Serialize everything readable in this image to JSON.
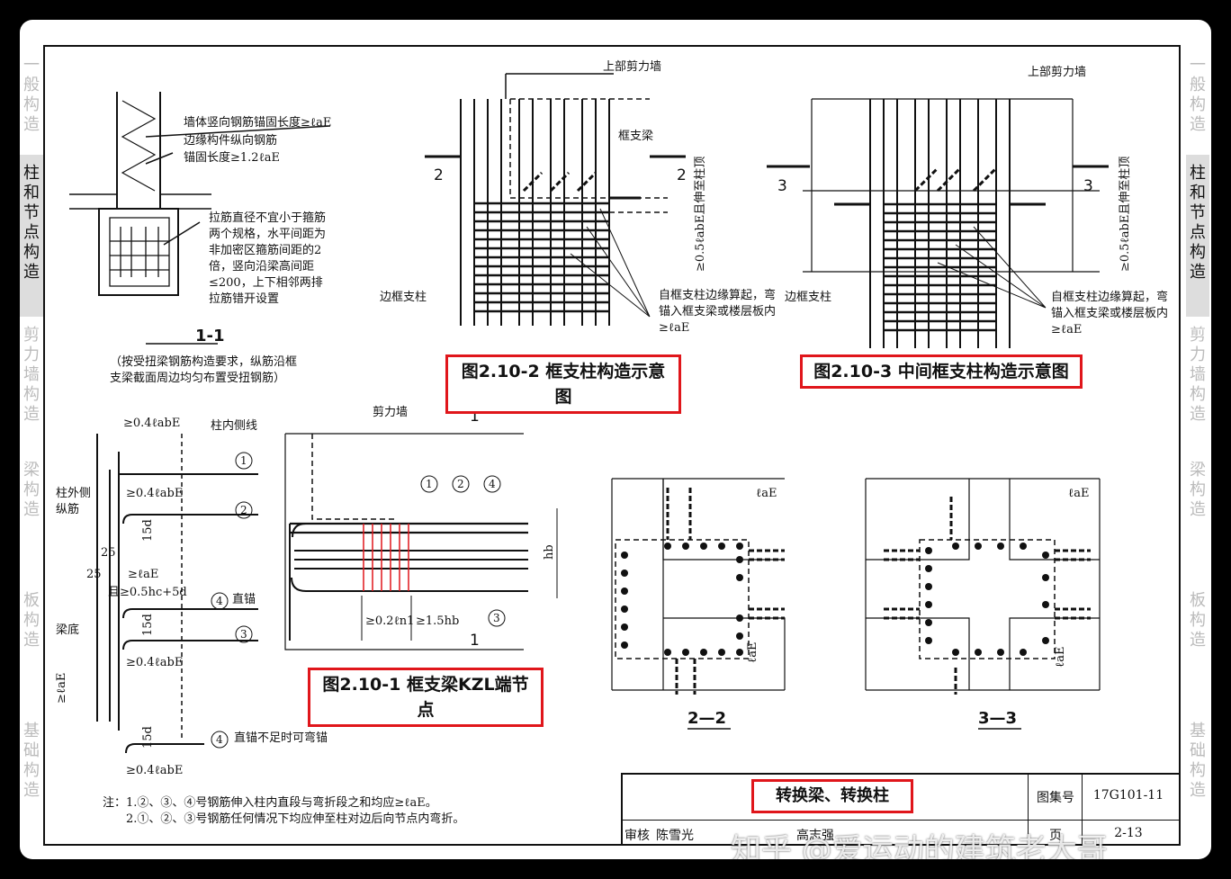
{
  "tabs_left": [
    {
      "label": "一般构造",
      "active": false
    },
    {
      "label": "柱和节点构造",
      "active": true
    },
    {
      "label": "剪力墙构造",
      "active": false
    },
    {
      "label": "梁构造",
      "active": false
    },
    {
      "label": "板构造",
      "active": false
    },
    {
      "label": "基础构造",
      "active": false
    }
  ],
  "tabs_right": [
    {
      "label": "一般构造",
      "active": false
    },
    {
      "label": "柱和节点构造",
      "active": true
    },
    {
      "label": "剪力墙构造",
      "active": false
    },
    {
      "label": "梁构造",
      "active": false
    },
    {
      "label": "板构造",
      "active": false
    },
    {
      "label": "基础构造",
      "active": false
    }
  ],
  "section11": {
    "wall_note_1": "墙体竖向钢筋锚固长度≥ℓaE",
    "wall_note_2": "边缘构件纵向钢筋",
    "wall_note_3": "锚固长度≥1.2ℓaE",
    "tie_note": [
      "拉筋直径不宜小于箍筋",
      "两个规格，水平间距为",
      "非加密区箍筋间距的2",
      "倍，竖向沿梁高间距",
      "≤200，上下相邻两排",
      "拉筋错开设置"
    ],
    "label": "1-1",
    "torsion_note": [
      "（按受扭梁钢筋构造要求，纵筋沿框",
      "支梁截面周边均匀布置受扭钢筋）"
    ]
  },
  "fig2102": {
    "upper_wall": "上部剪力墙",
    "beam": "框支梁",
    "edge_column": "边框支柱",
    "anchor_note": [
      "自框支柱边缘算起，弯",
      "锚入框支梁或楼层板内",
      "≥ℓaE"
    ],
    "dim": "≥0.5ℓabE且伸至柱顶",
    "cut": "2",
    "caption": "图2.10-2  框支柱构造示意图"
  },
  "fig2103": {
    "upper_wall": "上部剪力墙",
    "edge_column": "边框支柱",
    "anchor_note": [
      "自框支柱边缘算起，弯",
      "锚入框支梁或楼层板内",
      "≥ℓaE"
    ],
    "dim": "≥0.5ℓabE且伸至柱顶",
    "cut": "3",
    "caption": "图2.10-3  中间框支柱构造示意图"
  },
  "fig2101": {
    "col_inner": "柱内侧线",
    "col_outer": [
      "柱外侧",
      "纵筋"
    ],
    "beam_bottom": "梁底",
    "d1": "≥0.4ℓabE",
    "d2": "≥0.4ℓabE",
    "d3": "≥ℓaE",
    "d4": "且≥0.5hc+5d",
    "d5": "≥0.4ℓabE",
    "d6": "≥0.4ℓabE",
    "d15": "15d",
    "n25a": "25",
    "n25b": "25",
    "la": "≥ℓaE",
    "straight": "直锚",
    "straight_bend": "直锚不足时可弯锚",
    "shear_wall": "剪力墙",
    "hb": "hb",
    "dim_a": "≥0.2ℓn1",
    "dim_b": "≥1.5hb",
    "cut": "1",
    "caption": "图2.10-1  框支梁KZL端节点",
    "notes": [
      "注：1.②、③、④号钢筋伸入柱内直段与弯折段之和均应≥ℓaE。",
      "2.①、②、③号钢筋任何情况下均应伸至柱对边后向节点内弯折。"
    ]
  },
  "section22": {
    "label": "2—2",
    "lae": "ℓaE"
  },
  "section33": {
    "label": "3—3",
    "lae": "ℓaE"
  },
  "titleblock": {
    "title": "转换梁、转换柱",
    "atlas_label": "图集号",
    "atlas_no": "17G101-11",
    "review_label": "审核",
    "reviewer": "陈雪光",
    "checker": "高志强",
    "page_label": "页",
    "page_no": "2-13"
  },
  "watermark": "知乎 @爱运动的建筑老大哥"
}
